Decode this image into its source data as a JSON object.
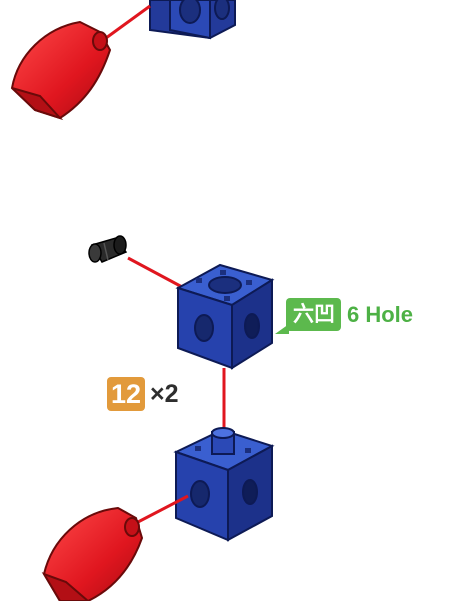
{
  "callout": {
    "badge_text": "六凹",
    "label": "6 Hole",
    "color": "#5cb94d"
  },
  "quantity": {
    "part_number": "12",
    "count": "×2",
    "badge_color": "#e29a3b"
  },
  "colors": {
    "cube_blue": "#2140a8",
    "cap_red": "#e0161f",
    "connector_black": "#222222",
    "link_line": "#e0161f"
  }
}
